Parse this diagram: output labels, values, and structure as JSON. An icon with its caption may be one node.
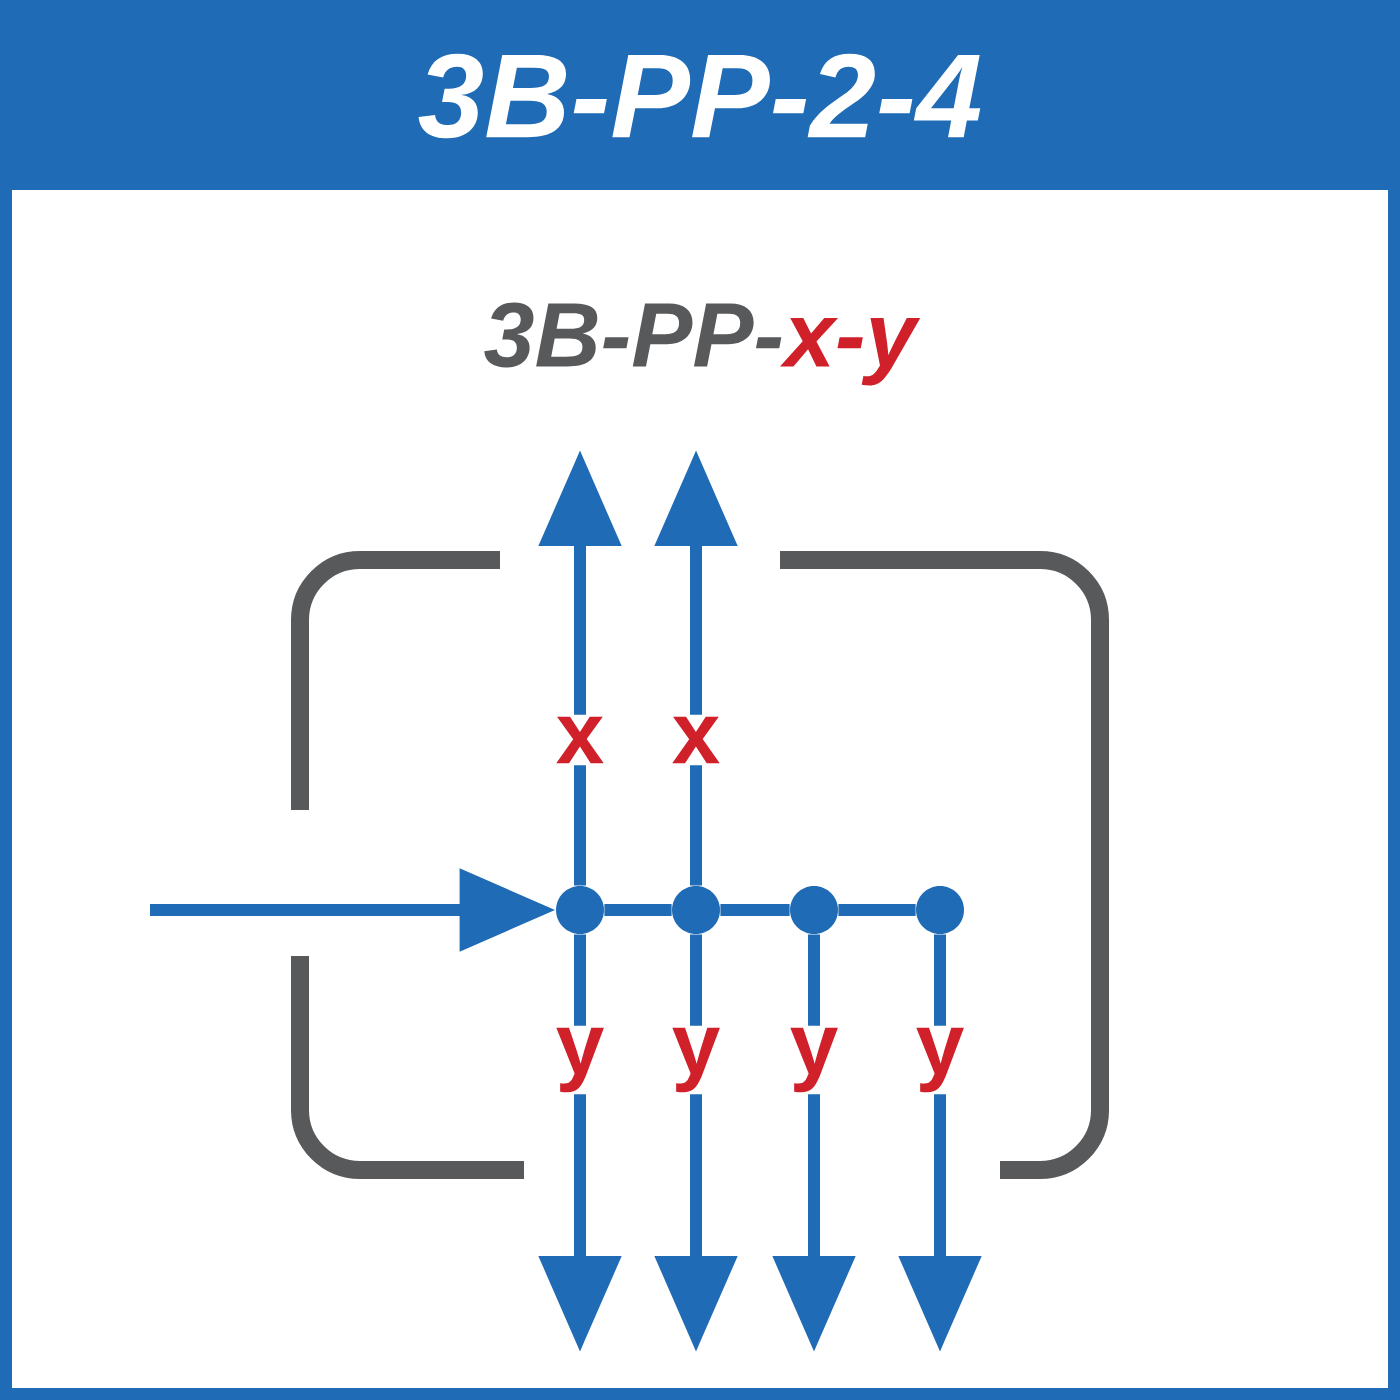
{
  "diagram": {
    "title": "3B-PP-2-4",
    "nodes": [
      {
        "text": [],
        "shape": "box"
      },
      {
        "text": [],
        "shape": "circle",
        "in": 0
      },
      {
        "text": [],
        "shape": "circle",
        "in": 0
      },
      {
        "text": [],
        "shape": "circle",
        "in": 0
      },
      {
        "text": [],
        "shape": "circle",
        "in": 0
      }
    ],
    "edges": [
      {
        "from": null,
        "to": 1,
        "arrow": "to"
      },
      {
        "from": 1,
        "to": 2,
        "arrow": "none"
      },
      {
        "from": 2,
        "to": 3,
        "arrow": "none"
      },
      {
        "from": 3,
        "to": 4,
        "arrow": "none"
      },
      {
        "from": 1,
        "to": null,
        "arrow": "to",
        "label": "x"
      },
      {
        "from": 2,
        "to": null,
        "arrow": "to",
        "label": "x"
      },
      {
        "from": 1,
        "to": null,
        "arrow": "to",
        "label": "y"
      },
      {
        "from": 2,
        "to": null,
        "arrow": "to",
        "label": "y"
      },
      {
        "from": 3,
        "to": null,
        "arrow": "to",
        "label": "y"
      },
      {
        "from": 4,
        "to": null,
        "arrow": "to",
        "label": "y"
      }
    ],
    "labels": [
      "3B-PP-",
      "x-y"
    ]
  }
}
